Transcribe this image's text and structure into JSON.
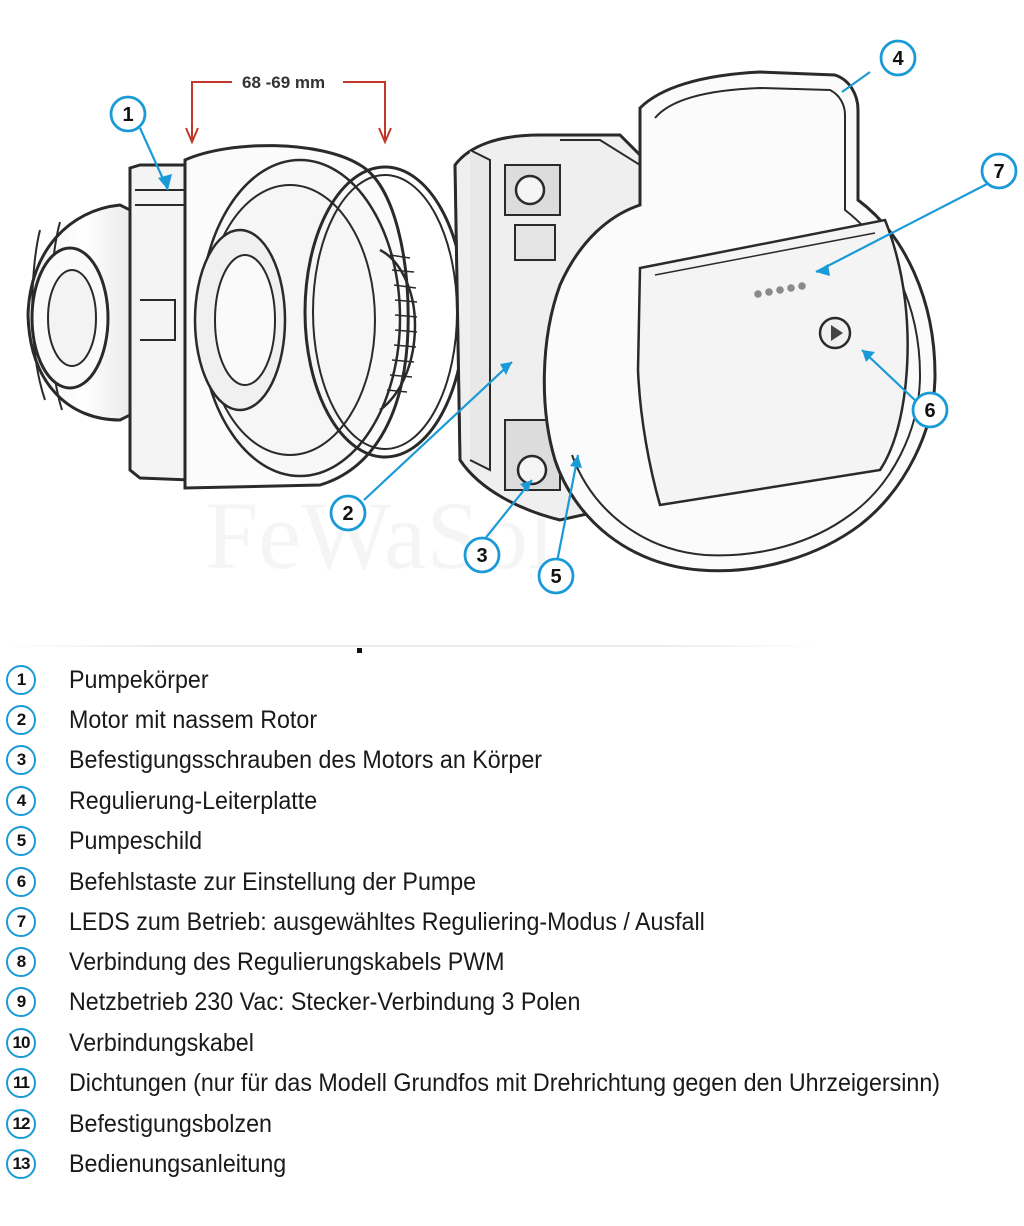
{
  "diagram": {
    "dimension_label": "68 -69 mm",
    "watermark": "FeWaSol",
    "callouts": [
      "1",
      "2",
      "3",
      "4",
      "5",
      "6",
      "7"
    ]
  },
  "legend": [
    {
      "num": "1",
      "text": "Pumpekörper"
    },
    {
      "num": "2",
      "text": "Motor mit nassem Rotor"
    },
    {
      "num": "3",
      "text": "Befestigungsschrauben des Motors an Körper"
    },
    {
      "num": "4",
      "text": "Regulierung-Leiterplatte"
    },
    {
      "num": "5",
      "text": "Pumpeschild"
    },
    {
      "num": "6",
      "text": "Befehlstaste zur Einstellung der Pumpe"
    },
    {
      "num": "7",
      "text": "LEDS zum Betrieb: ausgewähltes Reguliering-Modus / Ausfall"
    },
    {
      "num": "8",
      "text": "Verbindung des Regulierungskabels PWM"
    },
    {
      "num": "9",
      "text": "Netzbetrieb 230 Vac:  Stecker-Verbindung 3 Polen"
    },
    {
      "num": "10",
      "text": "Verbindungskabel"
    },
    {
      "num": "11",
      "text": "Dichtungen (nur für das Modell Grundfos mit Drehrichtung gegen den Uhrzeigersinn)"
    },
    {
      "num": "12",
      "text": "Befestigungsbolzen"
    },
    {
      "num": "13",
      "text": "Bedienungsanleitung"
    }
  ],
  "colors": {
    "callout_blue": "#1a9ad6",
    "dimension_red": "#c0392b",
    "outline": "#2a2a2a"
  }
}
